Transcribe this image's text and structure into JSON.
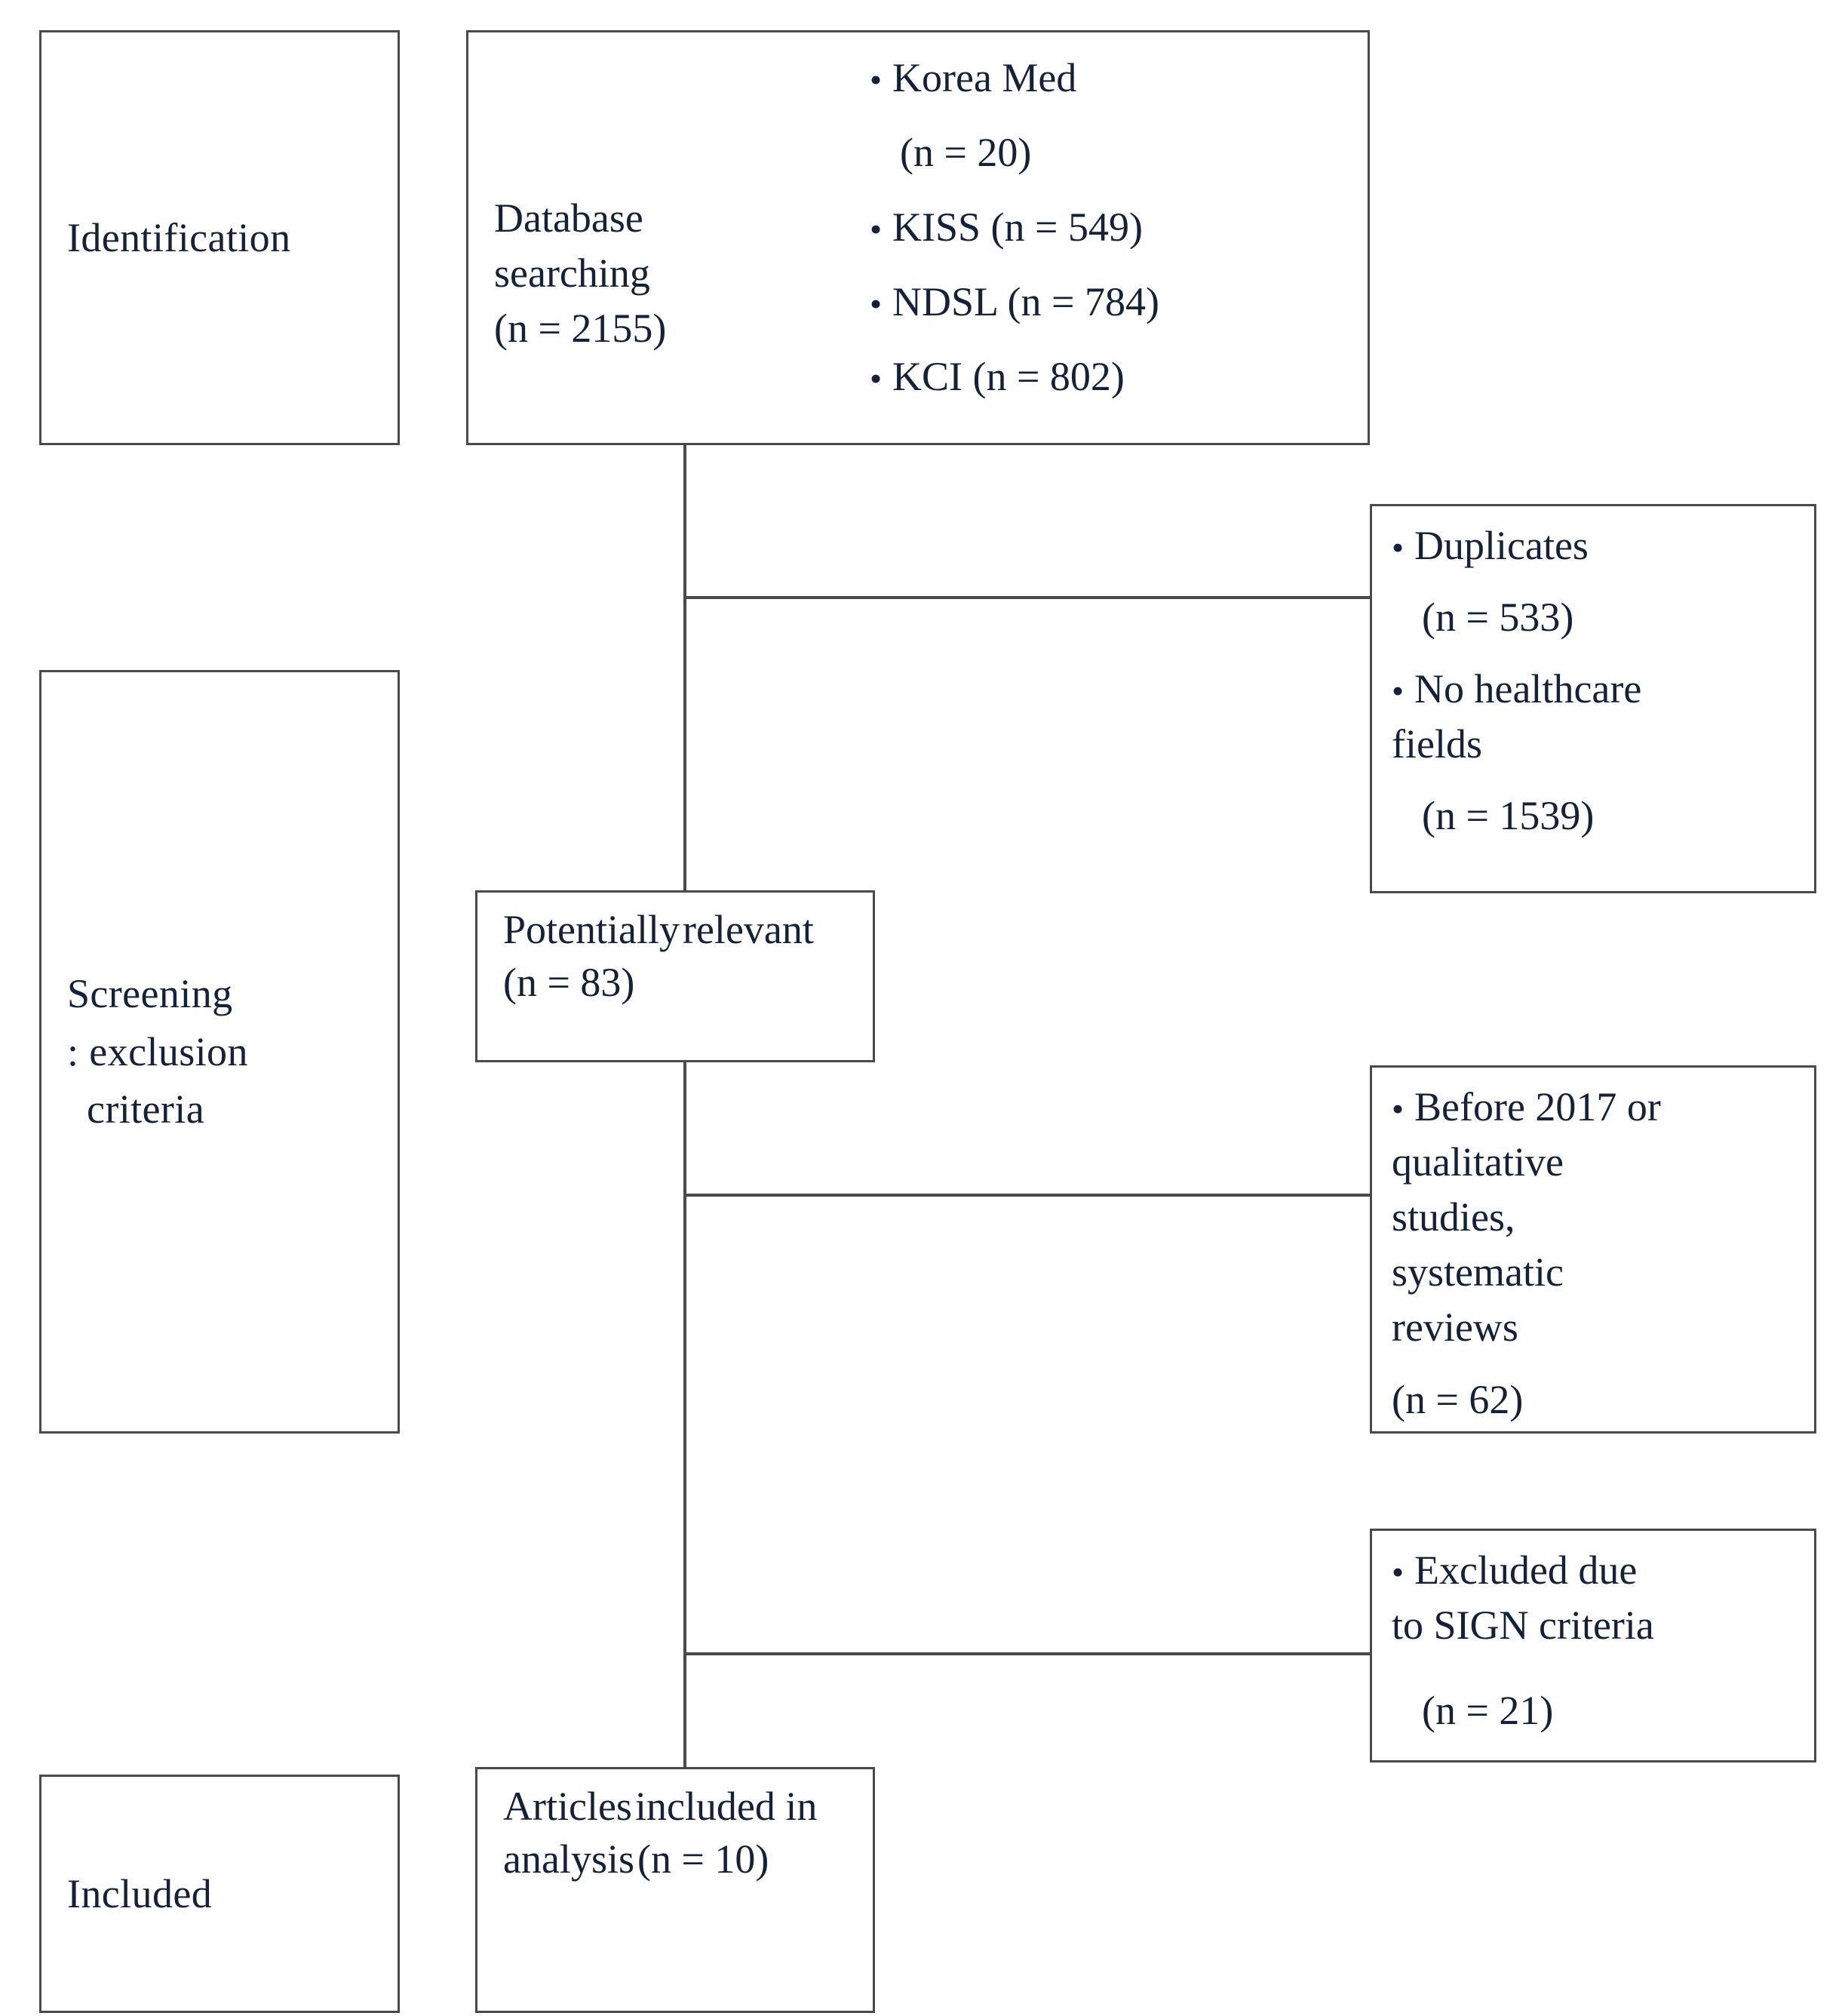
{
  "diagram": {
    "title": "PRISMA study selection flow diagram",
    "stages": [
      {
        "id": "identification",
        "label": "Identification"
      },
      {
        "id": "screening",
        "label_lines": [
          "Screening",
          ": exclusion",
          "criteria"
        ]
      },
      {
        "id": "included",
        "label": "Included"
      }
    ],
    "nodes": {
      "database_searching": {
        "lines": [
          "Database",
          "searching",
          "(n = 2155)"
        ],
        "sources": [
          {
            "name": "Korea Med",
            "count_line": "(n = 20)",
            "inline": false,
            "label": "Korea Med"
          },
          {
            "name": "KISS",
            "inline": true,
            "label": "KISS (n = 549)"
          },
          {
            "name": "NDSL",
            "inline": true,
            "label": "NDSL (n = 784)"
          },
          {
            "name": "KCI",
            "inline": true,
            "label": "KCI (n = 802)"
          }
        ]
      },
      "potentially_relevant": {
        "lines": [
          "Potentially",
          "relevant",
          "(n = 83)"
        ]
      },
      "articles_included": {
        "lines": [
          "Articles",
          "included in",
          "analysis",
          "(n = 10)"
        ]
      }
    },
    "exclusions": [
      {
        "id": "exclusion-duplicates",
        "items": [
          {
            "bullet": "Duplicates",
            "count": "(n = 533)"
          },
          {
            "bullet": "No healthcare",
            "continuation": "fields",
            "count": "(n = 1539)"
          }
        ]
      },
      {
        "id": "exclusion-design",
        "items": [
          {
            "bullet": "Before 2017 or",
            "continuation_lines": [
              "qualitative",
              "studies,",
              "systematic",
              "reviews"
            ],
            "count": "(n = 62)"
          }
        ]
      },
      {
        "id": "exclusion-sign",
        "items": [
          {
            "bullet": "Excluded due",
            "continuation": "to SIGN criteria",
            "count": "(n = 21)"
          }
        ]
      }
    ],
    "glyphs": {
      "bullet": "•"
    },
    "colors": {
      "text": "#14213a",
      "border": "#4a4a4a",
      "background": "#ffffff"
    }
  }
}
